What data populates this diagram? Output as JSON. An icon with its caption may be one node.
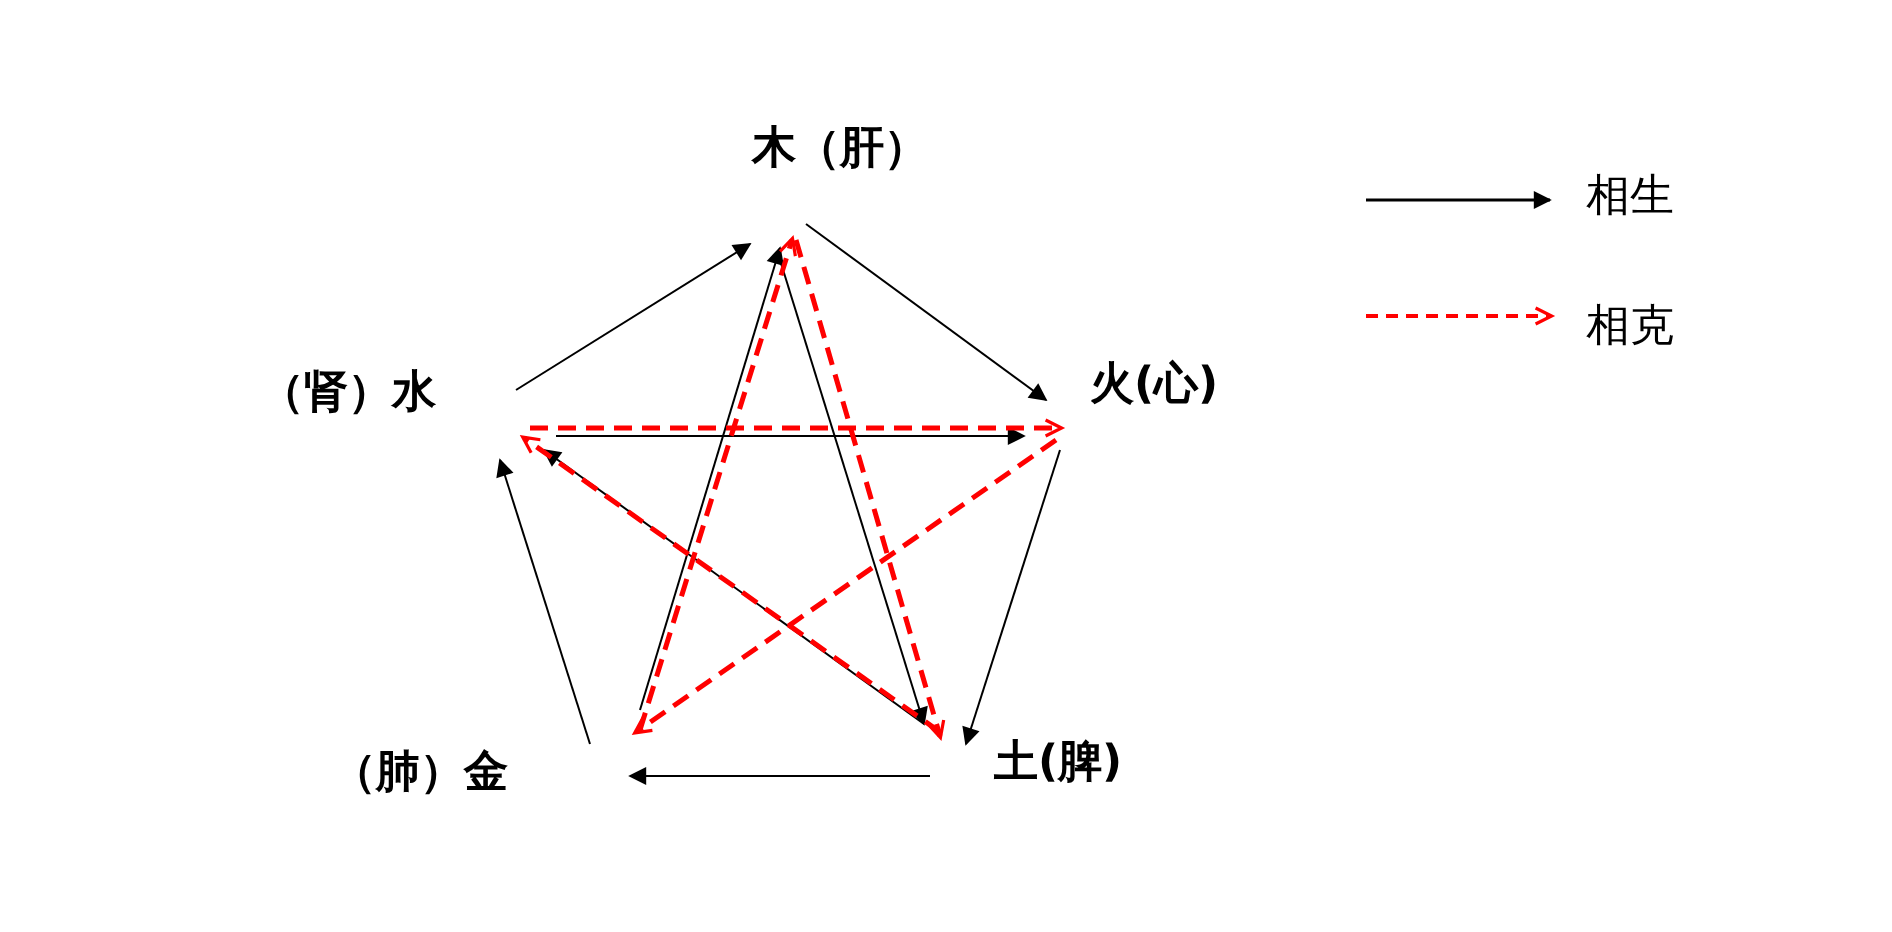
{
  "diagram": {
    "nodes": [
      {
        "text": [
          "木（肝）"
        ]
      },
      {
        "text": [
          "火(心)"
        ]
      },
      {
        "text": [
          "土(脾)"
        ]
      },
      {
        "text": [
          "（肺）金"
        ]
      },
      {
        "text": [
          "（肾）水"
        ]
      }
    ],
    "edges": [
      {
        "from": 4,
        "to": 0,
        "arrow": "to"
      },
      {
        "from": 0,
        "to": 1,
        "arrow": "to"
      },
      {
        "from": 1,
        "to": 2,
        "arrow": "to"
      },
      {
        "from": 2,
        "to": 3,
        "arrow": "to"
      },
      {
        "from": 3,
        "to": 4,
        "arrow": "to"
      },
      {
        "from": 4,
        "to": 1,
        "arrow": "to"
      },
      {
        "from": 2,
        "to": 4,
        "arrow": "to"
      },
      {
        "from": 0,
        "to": 2,
        "arrow": "to"
      },
      {
        "from": 3,
        "to": 0,
        "arrow": "to"
      },
      {
        "from": 4,
        "to": 1,
        "arrow": "to",
        "style": "dashed",
        "color": "#ff0000"
      },
      {
        "from": 2,
        "to": 4,
        "arrow": "to",
        "style": "dashed",
        "color": "#ff0000"
      },
      {
        "from": 0,
        "to": 2,
        "arrow": "to",
        "style": "dashed",
        "color": "#ff0000"
      },
      {
        "from": 1,
        "to": 3,
        "arrow": "to",
        "style": "dashed",
        "color": "#ff0000"
      },
      {
        "from": 3,
        "to": 0,
        "arrow": "to",
        "style": "dashed",
        "color": "#ff0000"
      }
    ],
    "legend": [
      {
        "text": "相生"
      },
      {
        "text": "相克"
      }
    ]
  }
}
